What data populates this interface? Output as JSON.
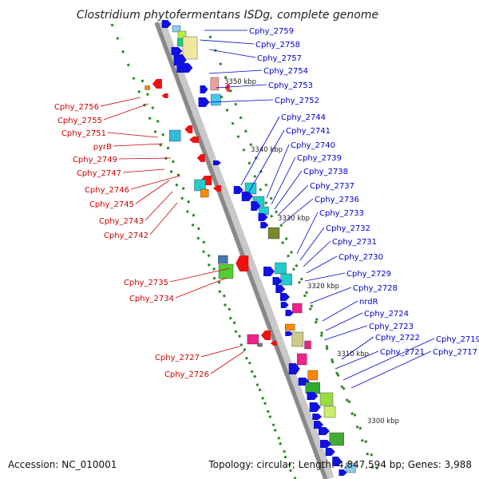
{
  "title": "Clostridium phytofermentans ISDg, complete genome",
  "footer": {
    "accession": "Accession: NC_010001",
    "summary": "Topology: circular; Length: 4,847,594 bp; Genes: 3,988"
  },
  "colors": {
    "right_strand_label": "#0000cc",
    "left_strand_label": "#cc0000",
    "backbone": "#888888",
    "dotted_track": "#2a8a2a"
  },
  "scale_labels": [
    "3350 kbp",
    "3340 kbp",
    "3330 kbp",
    "3320 kbp",
    "3310 kbp",
    "3300 kbp"
  ],
  "right_labels": [
    "Cphy_2759",
    "Cphy_2758",
    "Cphy_2757",
    "Cphy_2754",
    "Cphy_2753",
    "Cphy_2752",
    "Cphy_2744",
    "Cphy_2741",
    "Cphy_2740",
    "Cphy_2739",
    "Cphy_2738",
    "Cphy_2737",
    "Cphy_2736",
    "Cphy_2733",
    "Cphy_2732",
    "Cphy_2731",
    "Cphy_2730",
    "Cphy_2729",
    "Cphy_2728",
    "nrdR",
    "Cphy_2724",
    "Cphy_2723",
    "Cphy_2722",
    "Cphy_2721",
    "Cphy_2719",
    "Cphy_2717"
  ],
  "left_labels": [
    "Cphy_2756",
    "Cphy_2755",
    "Cphy_2751",
    "pyrB",
    "Cphy_2749",
    "Cphy_2747",
    "Cphy_2746",
    "Cphy_2745",
    "Cphy_2743",
    "Cphy_2742",
    "Cphy_2735",
    "Cphy_2734",
    "Cphy_2727",
    "Cphy_2726"
  ]
}
